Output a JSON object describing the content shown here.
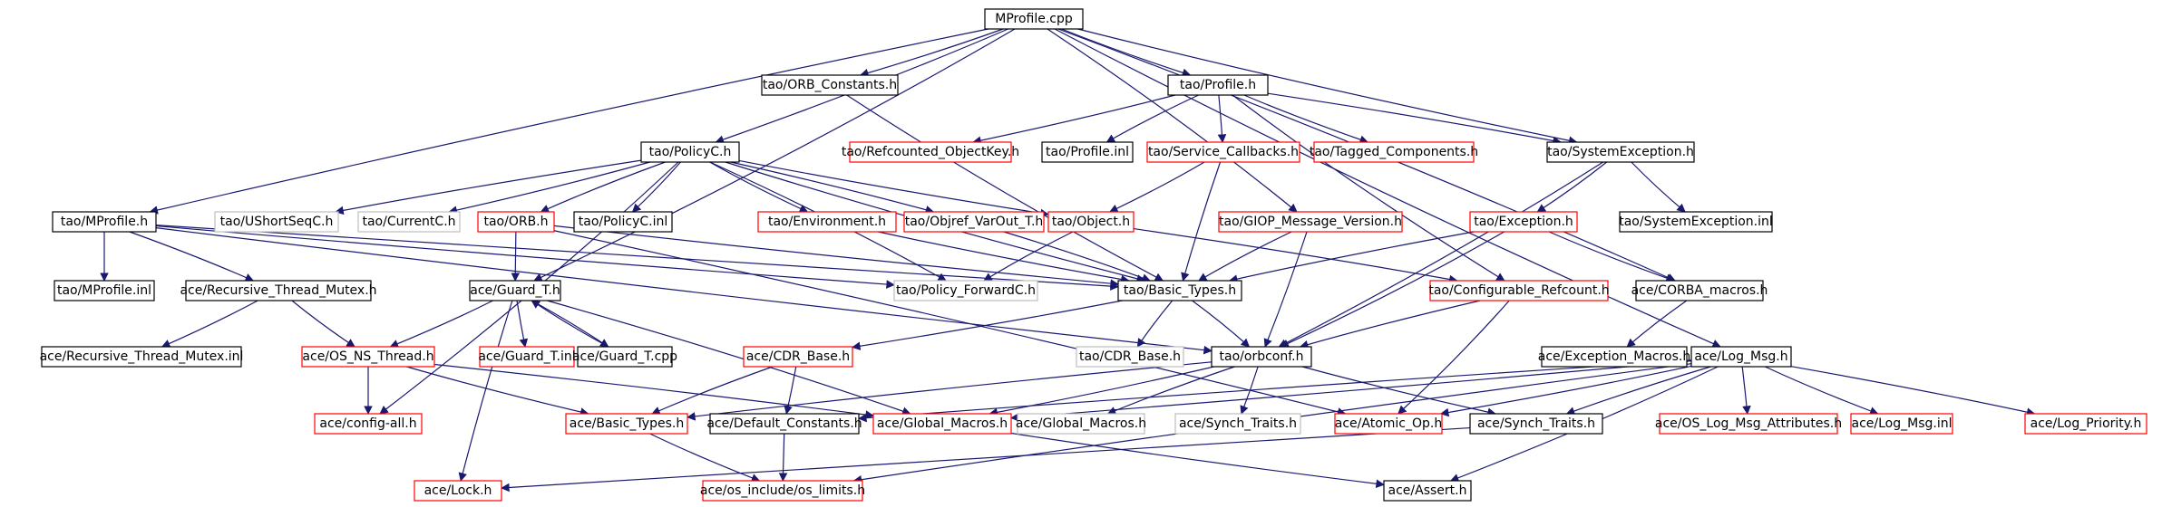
{
  "colors": {
    "edge": "#191970",
    "border_default": "#000000",
    "border_documented_missing": "#ff0000",
    "border_external": "#bfbfbf",
    "root_fill": "#bfbfbf"
  },
  "nodes": [
    {
      "id": "mprofile_cpp",
      "label": "MProfile.cpp",
      "style": "root"
    },
    {
      "id": "orb_constants",
      "label": "tao/ORB_Constants.h",
      "style": "black"
    },
    {
      "id": "profile_h",
      "label": "tao/Profile.h",
      "style": "black"
    },
    {
      "id": "refcounted_objectkey",
      "label": "tao/Refcounted_ObjectKey.h",
      "style": "red"
    },
    {
      "id": "profile_inl",
      "label": "tao/Profile.inl",
      "style": "black"
    },
    {
      "id": "service_callbacks",
      "label": "tao/Service_Callbacks.h",
      "style": "red"
    },
    {
      "id": "tagged_components",
      "label": "tao/Tagged_Components.h",
      "style": "red"
    },
    {
      "id": "systemexception_h",
      "label": "tao/SystemException.h",
      "style": "black"
    },
    {
      "id": "policyc_h",
      "label": "tao/PolicyC.h",
      "style": "black"
    },
    {
      "id": "mprofile_h",
      "label": "tao/MProfile.h",
      "style": "black"
    },
    {
      "id": "ushortseqc",
      "label": "tao/UShortSeqC.h",
      "style": "gray"
    },
    {
      "id": "currentc",
      "label": "tao/CurrentC.h",
      "style": "gray"
    },
    {
      "id": "orb_h",
      "label": "tao/ORB.h",
      "style": "red"
    },
    {
      "id": "policyc_inl",
      "label": "tao/PolicyC.inl",
      "style": "black"
    },
    {
      "id": "environment_h",
      "label": "tao/Environment.h",
      "style": "red"
    },
    {
      "id": "objref_varout",
      "label": "tao/Objref_VarOut_T.h",
      "style": "red"
    },
    {
      "id": "object_h",
      "label": "tao/Object.h",
      "style": "red"
    },
    {
      "id": "giop_version",
      "label": "tao/GIOP_Message_Version.h",
      "style": "red"
    },
    {
      "id": "exception_h",
      "label": "tao/Exception.h",
      "style": "red"
    },
    {
      "id": "systemexception_inl",
      "label": "tao/SystemException.inl",
      "style": "black"
    },
    {
      "id": "mprofile_inl",
      "label": "tao/MProfile.inl",
      "style": "black"
    },
    {
      "id": "recursive_mutex_h",
      "label": "ace/Recursive_Thread_Mutex.h",
      "style": "black"
    },
    {
      "id": "guard_t_h",
      "label": "ace/Guard_T.h",
      "style": "black"
    },
    {
      "id": "policy_forwardc",
      "label": "tao/Policy_ForwardC.h",
      "style": "gray"
    },
    {
      "id": "tao_basic_types",
      "label": "tao/Basic_Types.h",
      "style": "black"
    },
    {
      "id": "configurable_refcount",
      "label": "tao/Configurable_Refcount.h",
      "style": "red"
    },
    {
      "id": "corba_macros",
      "label": "ace/CORBA_macros.h",
      "style": "black"
    },
    {
      "id": "recursive_mutex_inl",
      "label": "ace/Recursive_Thread_Mutex.inl",
      "style": "black"
    },
    {
      "id": "os_ns_thread",
      "label": "ace/OS_NS_Thread.h",
      "style": "red"
    },
    {
      "id": "guard_t_inl",
      "label": "ace/Guard_T.inl",
      "style": "red"
    },
    {
      "id": "guard_t_cpp",
      "label": "ace/Guard_T.cpp",
      "style": "black"
    },
    {
      "id": "cdr_base",
      "label": "ace/CDR_Base.h",
      "style": "red"
    },
    {
      "id": "tao_cdr_base",
      "label": "tao/CDR_Base.h",
      "style": "gray"
    },
    {
      "id": "orbconf",
      "label": "tao/orbconf.h",
      "style": "black"
    },
    {
      "id": "exception_macros",
      "label": "ace/Exception_Macros.h",
      "style": "black"
    },
    {
      "id": "log_msg_h",
      "label": "ace/Log_Msg.h",
      "style": "black"
    },
    {
      "id": "config_all",
      "label": "ace/config-all.h",
      "style": "red"
    },
    {
      "id": "ace_basic_types",
      "label": "ace/Basic_Types.h",
      "style": "red"
    },
    {
      "id": "default_constants",
      "label": "ace/Default_Constants.h",
      "style": "black"
    },
    {
      "id": "ace_global_macros",
      "label": "ace/Global_Macros.h",
      "style": "red"
    },
    {
      "id": "tao_global_macros",
      "label": "ace/Global_Macros.h",
      "style": "gray"
    },
    {
      "id": "tao_synch_traits",
      "label": "ace/Synch_Traits.h",
      "style": "gray"
    },
    {
      "id": "atomic_op",
      "label": "ace/Atomic_Op.h",
      "style": "red"
    },
    {
      "id": "ace_synch_traits",
      "label": "ace/Synch_Traits.h",
      "style": "black"
    },
    {
      "id": "os_log_msg_attr",
      "label": "ace/OS_Log_Msg_Attributes.h",
      "style": "red"
    },
    {
      "id": "log_msg_inl",
      "label": "ace/Log_Msg.inl",
      "style": "red"
    },
    {
      "id": "log_priority",
      "label": "ace/Log_Priority.h",
      "style": "red"
    },
    {
      "id": "lock_h",
      "label": "ace/Lock.h",
      "style": "red"
    },
    {
      "id": "os_limits",
      "label": "ace/os_include/os_limits.h",
      "style": "red"
    },
    {
      "id": "assert_h",
      "label": "ace/Assert.h",
      "style": "black"
    }
  ],
  "edges": [
    [
      "mprofile_cpp",
      "orb_constants"
    ],
    [
      "mprofile_cpp",
      "profile_h"
    ],
    [
      "mprofile_cpp",
      "policyc_h"
    ],
    [
      "mprofile_cpp",
      "mprofile_h"
    ],
    [
      "mprofile_cpp",
      "guard_t_h"
    ],
    [
      "mprofile_cpp",
      "systemexception_h"
    ],
    [
      "mprofile_cpp",
      "corba_macros"
    ],
    [
      "mprofile_cpp",
      "log_msg_h"
    ],
    [
      "mprofile_cpp",
      "giop_version"
    ],
    [
      "orb_constants",
      "tao_basic_types"
    ],
    [
      "profile_h",
      "refcounted_objectkey"
    ],
    [
      "profile_h",
      "profile_inl"
    ],
    [
      "profile_h",
      "service_callbacks"
    ],
    [
      "profile_h",
      "tagged_components"
    ],
    [
      "profile_h",
      "systemexception_h"
    ],
    [
      "profile_h",
      "configurable_refcount"
    ],
    [
      "service_callbacks",
      "object_h"
    ],
    [
      "service_callbacks",
      "tao_basic_types"
    ],
    [
      "systemexception_h",
      "exception_h"
    ],
    [
      "systemexception_h",
      "systemexception_inl"
    ],
    [
      "systemexception_h",
      "orbconf"
    ],
    [
      "policyc_h",
      "ushortseqc"
    ],
    [
      "policyc_h",
      "currentc"
    ],
    [
      "policyc_h",
      "orb_h"
    ],
    [
      "policyc_h",
      "policyc_inl"
    ],
    [
      "policyc_h",
      "environment_h"
    ],
    [
      "policyc_h",
      "objref_varout"
    ],
    [
      "policyc_h",
      "object_h"
    ],
    [
      "policyc_h",
      "policy_forwardc"
    ],
    [
      "policyc_h",
      "tao_basic_types"
    ],
    [
      "policyc_h",
      "config_all"
    ],
    [
      "mprofile_h",
      "mprofile_inl"
    ],
    [
      "mprofile_h",
      "recursive_mutex_h"
    ],
    [
      "mprofile_h",
      "policy_forwardc"
    ],
    [
      "mprofile_h",
      "tao_basic_types"
    ],
    [
      "mprofile_h",
      "orbconf"
    ],
    [
      "orb_h",
      "guard_t_h"
    ],
    [
      "orb_h",
      "tao_basic_types"
    ],
    [
      "orb_h",
      "atomic_op"
    ],
    [
      "environment_h",
      "tao_basic_types"
    ],
    [
      "objref_varout",
      "tao_basic_types"
    ],
    [
      "object_h",
      "policy_forwardc"
    ],
    [
      "object_h",
      "configurable_refcount"
    ],
    [
      "giop_version",
      "tao_basic_types"
    ],
    [
      "giop_version",
      "orbconf"
    ],
    [
      "exception_h",
      "tao_basic_types"
    ],
    [
      "exception_h",
      "orbconf"
    ],
    [
      "exception_h",
      "corba_macros"
    ],
    [
      "recursive_mutex_h",
      "recursive_mutex_inl"
    ],
    [
      "recursive_mutex_h",
      "os_ns_thread"
    ],
    [
      "guard_t_h",
      "os_ns_thread"
    ],
    [
      "guard_t_h",
      "guard_t_inl"
    ],
    [
      "guard_t_h",
      "guard_t_cpp"
    ],
    [
      "guard_t_h",
      "lock_h"
    ],
    [
      "guard_t_h",
      "ace_global_macros"
    ],
    [
      "guard_t_cpp",
      "guard_t_h"
    ],
    [
      "tao_basic_types",
      "cdr_base"
    ],
    [
      "tao_basic_types",
      "tao_cdr_base"
    ],
    [
      "tao_basic_types",
      "orbconf"
    ],
    [
      "configurable_refcount",
      "orbconf"
    ],
    [
      "configurable_refcount",
      "atomic_op"
    ],
    [
      "corba_macros",
      "exception_macros"
    ],
    [
      "os_ns_thread",
      "config_all"
    ],
    [
      "os_ns_thread",
      "ace_basic_types"
    ],
    [
      "os_ns_thread",
      "ace_global_macros"
    ],
    [
      "cdr_base",
      "ace_basic_types"
    ],
    [
      "cdr_base",
      "default_constants"
    ],
    [
      "orbconf",
      "ace_basic_types"
    ],
    [
      "orbconf",
      "ace_global_macros"
    ],
    [
      "orbconf",
      "tao_global_macros"
    ],
    [
      "orbconf",
      "tao_synch_traits"
    ],
    [
      "orbconf",
      "ace_synch_traits"
    ],
    [
      "log_msg_h",
      "ace_global_macros"
    ],
    [
      "log_msg_h",
      "default_constants"
    ],
    [
      "log_msg_h",
      "atomic_op"
    ],
    [
      "log_msg_h",
      "ace_synch_traits"
    ],
    [
      "log_msg_h",
      "os_log_msg_attr"
    ],
    [
      "log_msg_h",
      "log_msg_inl"
    ],
    [
      "log_msg_h",
      "log_priority"
    ],
    [
      "log_msg_h",
      "os_limits"
    ],
    [
      "log_msg_h",
      "assert_h"
    ],
    [
      "ace_basic_types",
      "os_limits"
    ],
    [
      "default_constants",
      "os_limits"
    ],
    [
      "ace_global_macros",
      "assert_h"
    ],
    [
      "ace_synch_traits",
      "lock_h"
    ]
  ]
}
